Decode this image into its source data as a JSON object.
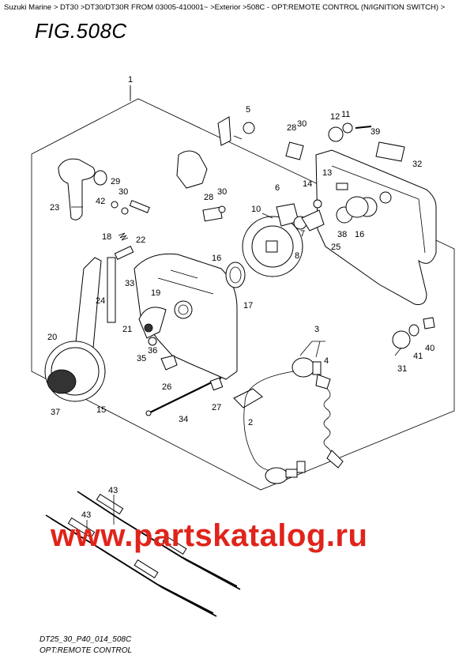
{
  "breadcrumb": "Suzuki Marine > DT30 >DT30/DT30R FROM 03005-410001~ >Exterior >508C - OPT:REMOTE CONTROL (N/IGNITION SWITCH) >",
  "figure_title": "FIG.508C",
  "drawing_code": "DT25_30_P40_014_508C",
  "caption": "OPT:REMOTE CONTROL",
  "watermark": "www.partskatalog.ru",
  "part_numbers": {
    "p1": "1",
    "p2": "2",
    "p3": "3",
    "p4": "4",
    "p5": "5",
    "p6": "6",
    "p7": "7",
    "p8": "8",
    "p10": "10",
    "p11": "11",
    "p12": "12",
    "p13": "13",
    "p14": "14",
    "p15": "15",
    "p16a": "16",
    "p16b": "16",
    "p17": "17",
    "p18": "18",
    "p19": "19",
    "p20": "20",
    "p21": "21",
    "p22": "22",
    "p23": "23",
    "p24": "24",
    "p25": "25",
    "p26": "26",
    "p27": "27",
    "p28a": "28",
    "p28b": "28",
    "p29": "29",
    "p30a": "30",
    "p30b": "30",
    "p30c": "30",
    "p31": "31",
    "p32": "32",
    "p33": "33",
    "p34": "34",
    "p35": "35",
    "p36": "36",
    "p37": "37",
    "p38": "38",
    "p39": "39",
    "p40": "40",
    "p41": "41",
    "p42": "42",
    "p43a": "43",
    "p43b": "43"
  }
}
